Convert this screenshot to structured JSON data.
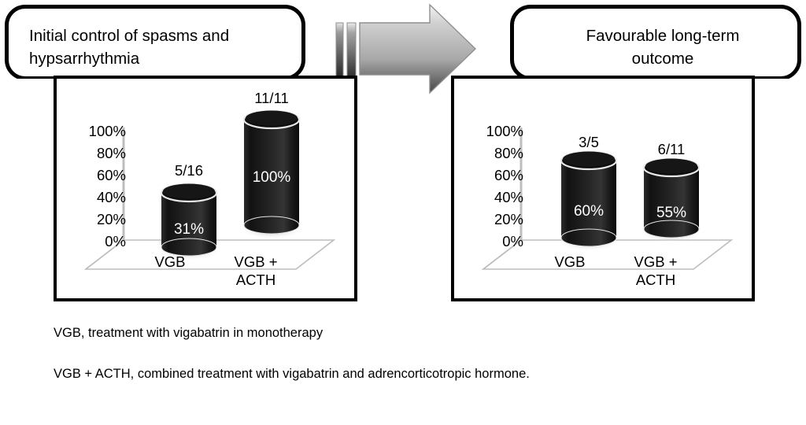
{
  "figure": {
    "background": "#ffffff",
    "bar_color": "#1a1a1a",
    "axis_color": "#b3b3b3",
    "arrow_fill_light": "#d9d9d9",
    "arrow_fill_dark": "#4d4d4d"
  },
  "concepts": {
    "left": {
      "label": "Initial control of spasms and\nhypsarrhythmia"
    },
    "right": {
      "label": "Favourable long-term\noutcome"
    }
  },
  "arrow": {
    "icon": "right-arrow-icon",
    "direction": "right"
  },
  "footnotes": {
    "line1": "VGB, treatment with vigabatrin in monotherapy",
    "line2": "VGB + ACTH, combined treatment with vigabatrin and adrencorticotropic hormone."
  },
  "chart_data": [
    {
      "id": "initial-control",
      "type": "bar",
      "title": "Initial control of spasms and hypsarrhythmia",
      "xlabel": "",
      "ylabel": "",
      "ylim": [
        0,
        100
      ],
      "yticks": [
        "100%",
        "80%",
        "60%",
        "40%",
        "20%",
        "0%"
      ],
      "grid": false,
      "legend": "none",
      "categories": [
        "VGB",
        "VGB +\nACTH"
      ],
      "values": [
        31,
        100
      ],
      "value_labels": [
        "31%",
        "100%"
      ],
      "fraction_labels": [
        "5/16",
        "11/11"
      ]
    },
    {
      "id": "favourable-outcome",
      "type": "bar",
      "title": "Favourable long-term outcome",
      "xlabel": "",
      "ylabel": "",
      "ylim": [
        0,
        100
      ],
      "yticks": [
        "100%",
        "80%",
        "60%",
        "40%",
        "20%",
        "0%"
      ],
      "grid": false,
      "legend": "none",
      "categories": [
        "VGB",
        "VGB +\nACTH"
      ],
      "values": [
        60,
        55
      ],
      "value_labels": [
        "60%",
        "55%"
      ],
      "fraction_labels": [
        "3/5",
        "6/11"
      ]
    }
  ]
}
